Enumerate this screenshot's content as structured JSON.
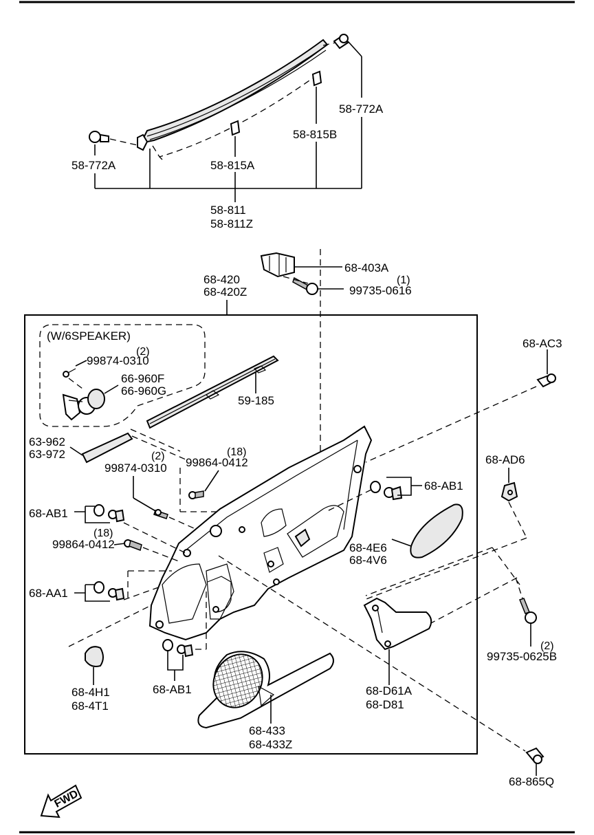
{
  "labels": {
    "p58_772A_top": "58-772A",
    "p58_815B": "58-815B",
    "p58_772A_left": "58-772A",
    "p58_815A": "58-815A",
    "p58_811": "58-811",
    "p58_811Z": "58-811Z",
    "p68_403A": "68-403A",
    "p99735_0616_qty": "(1)",
    "p99735_0616": "99735-0616",
    "p68_420": "68-420",
    "p68_420Z": "68-420Z",
    "speaker_option": "(W/6SPEAKER)",
    "p99874_0310_a_qty": "(2)",
    "p99874_0310_a": "99874-0310",
    "p66_960F": "66-960F",
    "p66_960G": "66-960G",
    "p68_AC3": "68-AC3",
    "p59_185": "59-185",
    "p63_962": "63-962",
    "p63_972": "63-972",
    "p99864_0412_a_qty": "(18)",
    "p99864_0412_a": "99864-0412",
    "p99874_0310_b_qty": "(2)",
    "p99874_0310_b": "99874-0310",
    "p68_AD6": "68-AD6",
    "p68_AB1_right": "68-AB1",
    "p68_AB1_left": "68-AB1",
    "p99864_0412_b_qty": "(18)",
    "p99864_0412_b": "99864-0412",
    "p68_4E6": "68-4E6",
    "p68_4V6": "68-4V6",
    "p68_AA1": "68-AA1",
    "p99735_0625B_qty": "(2)",
    "p99735_0625B": "99735-0625B",
    "p68_D61A": "68-D61A",
    "p68_D81": "68-D81",
    "p68_4H1": "68-4H1",
    "p68_4T1": "68-4T1",
    "p68_AB1_bottom": "68-AB1",
    "p68_433": "68-433",
    "p68_433Z": "68-433Z",
    "p68_865Q": "68-865Q",
    "fwd": "FWD"
  }
}
